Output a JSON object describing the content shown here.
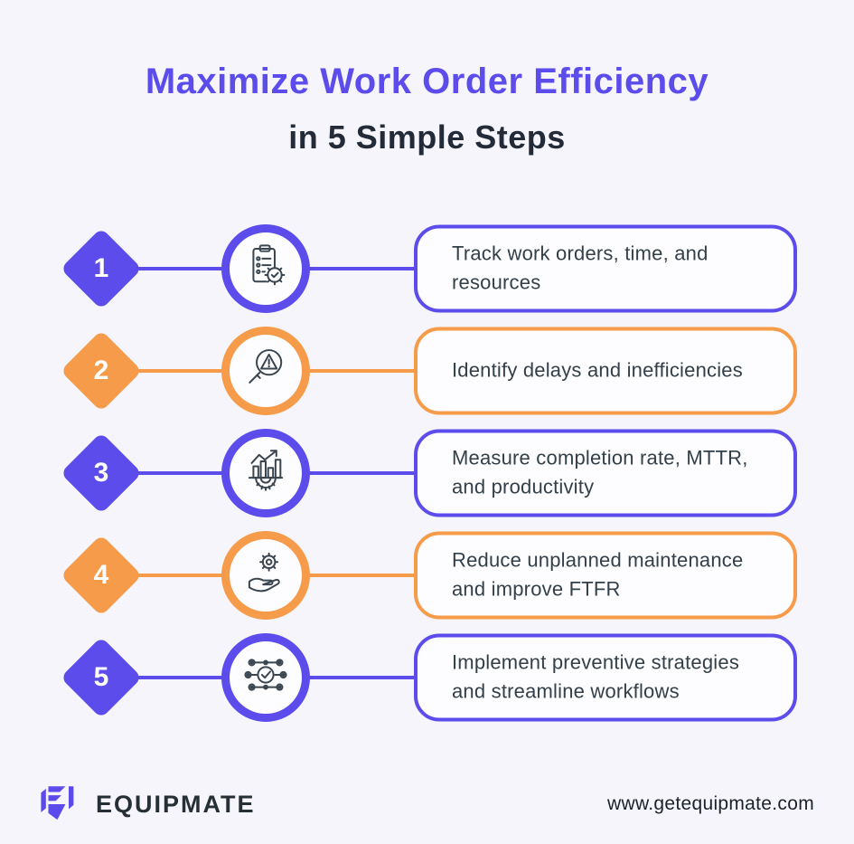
{
  "page": {
    "background_color": "#f5f5fb",
    "accent_purple": "#5c4cec",
    "accent_orange": "#f69b4a"
  },
  "title": {
    "line1": "Maximize Work Order Efficiency",
    "line2": "in 5 Simple Steps"
  },
  "steps": [
    {
      "number": "1",
      "accent": "#5c4cec",
      "icon": "clipboard-checklist-gear-icon",
      "text": "Track work orders, time, and resources"
    },
    {
      "number": "2",
      "accent": "#f69b4a",
      "icon": "magnifier-warning-icon",
      "text": "Identify delays and inefficiencies"
    },
    {
      "number": "3",
      "accent": "#5c4cec",
      "icon": "bar-chart-gear-icon",
      "text": "Measure completion rate, MTTR, and productivity"
    },
    {
      "number": "4",
      "accent": "#f69b4a",
      "icon": "hand-holding-gear-icon",
      "text": "Reduce unplanned maintenance and improve FTFR"
    },
    {
      "number": "5",
      "accent": "#5c4cec",
      "icon": "workflow-check-icon",
      "text": "Implement preventive strategies and streamline workflows"
    }
  ],
  "footer": {
    "brand": "EQUIPMATE",
    "website": "www.getequipmate.com"
  }
}
